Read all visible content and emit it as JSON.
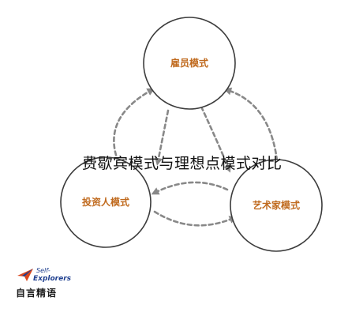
{
  "caption": "费歇宾模式与理想点模式对比",
  "nodes": [
    {
      "id": "employer",
      "label": "雇员模式"
    },
    {
      "id": "investor",
      "label": "投资人模式"
    },
    {
      "id": "artist",
      "label": "艺术家模式"
    }
  ],
  "logo": {
    "line1": "Self-",
    "line2": "Explorers",
    "cn": "自言精语",
    "icon": "paper-plane-icon"
  },
  "colors": {
    "node_text": "#c06a1e",
    "node_ring": "#3c3c3c",
    "arrow": "#888888",
    "logo_blue": "#1f3f8f"
  }
}
